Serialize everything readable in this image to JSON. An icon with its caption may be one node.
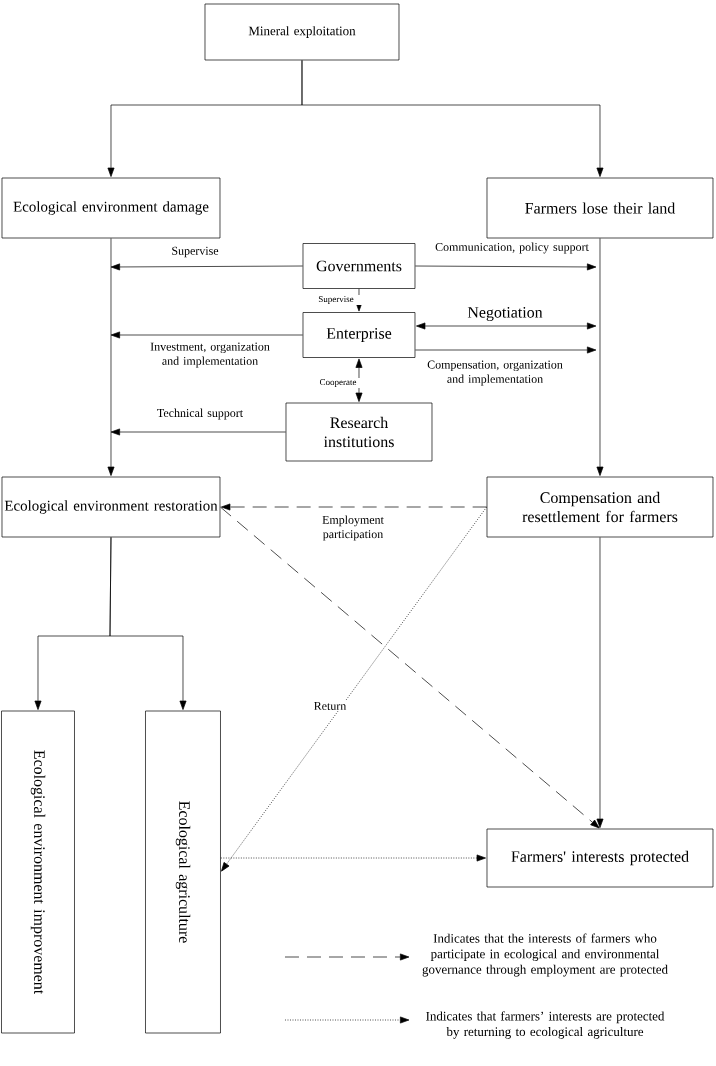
{
  "diagram": {
    "nodes": [
      {
        "text": [
          "Mineral exploitation"
        ]
      },
      {
        "text": [
          "Ecological environment damage"
        ]
      },
      {
        "text": [
          "Farmers lose their land"
        ]
      },
      {
        "text": [
          "Governments"
        ]
      },
      {
        "text": [
          "Enterprise"
        ]
      },
      {
        "text": [
          "Research institutions"
        ]
      },
      {
        "text": [
          "Ecological environment restoration"
        ]
      },
      {
        "text": [
          "Compensation and resettlement for farmers"
        ]
      },
      {
        "text": [
          "Ecological environment improvement"
        ]
      },
      {
        "text": [
          "Ecological agriculture"
        ]
      },
      {
        "text": [
          "Farmers' interests protected"
        ]
      }
    ],
    "edges": [
      {
        "from": 0,
        "to": 1,
        "arrow": "to"
      },
      {
        "from": 0,
        "to": 2,
        "arrow": "to"
      },
      {
        "from": 1,
        "to": 6,
        "arrow": "to"
      },
      {
        "from": 2,
        "to": 7,
        "arrow": "to"
      },
      {
        "from": 3,
        "to": null,
        "arrow": "to",
        "label": "Supervise"
      },
      {
        "from": 3,
        "to": null,
        "arrow": "to",
        "label": "Communication, policy support"
      },
      {
        "from": 3,
        "to": 4,
        "arrow": "to",
        "label": "Supervise"
      },
      {
        "from": 4,
        "to": null,
        "arrow": "to",
        "label": "Investment, organization and implementation"
      },
      {
        "from": 4,
        "to": null,
        "arrow": "both",
        "label": "Negotiation"
      },
      {
        "from": 4,
        "to": null,
        "arrow": "to",
        "label": "Compensation, organization and implementation"
      },
      {
        "from": 4,
        "to": 5,
        "arrow": "both",
        "label": "Cooperate"
      },
      {
        "from": 5,
        "to": null,
        "arrow": "to",
        "label": "Technical support"
      },
      {
        "from": 7,
        "to": 6,
        "arrow": "to",
        "style": "dashed",
        "label": "Employment participation"
      },
      {
        "from": 6,
        "to": 10,
        "arrow": "to",
        "style": "dashed"
      },
      {
        "from": 7,
        "to": 9,
        "arrow": "to",
        "style": "dashed",
        "label": "Return"
      },
      {
        "from": 9,
        "to": 10,
        "arrow": "to",
        "style": "dashed"
      },
      {
        "from": 7,
        "to": 10,
        "arrow": "to"
      },
      {
        "from": 6,
        "to": 8,
        "arrow": "to"
      },
      {
        "from": 6,
        "to": 9,
        "arrow": "to"
      }
    ],
    "legend": [
      {
        "text": "Indicates that the interests of farmers who participate in ecological and environmental governance through employment are protected"
      },
      {
        "text": "Indicates that farmers’ interests are protected by returning to ecological agriculture"
      }
    ]
  }
}
